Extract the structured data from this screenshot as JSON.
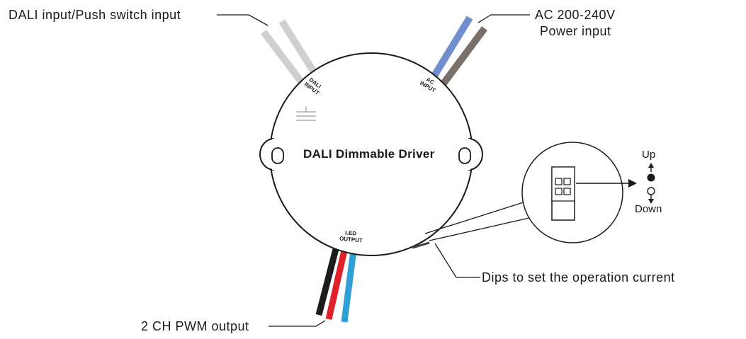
{
  "labels": {
    "dali_input": "DALI input/Push switch input",
    "ac_line1": "AC 200-240V",
    "ac_line2": "Power input",
    "pwm_output": "2 CH PWM output",
    "dips": "Dips to set the operation current",
    "up": "Up",
    "down": "Down"
  },
  "device": {
    "title": "DALI Dimmable Driver",
    "dali_port_line1": "DALI",
    "dali_port_line2": "INPUT",
    "ac_port_line1": "AC",
    "ac_port_line2": "INPUT",
    "led_port_line1": "LED",
    "led_port_line2": "OUTPUT"
  },
  "colors": {
    "outline": "#1a1a1a",
    "dali_wire": "#cfcfcf",
    "ac_wire_blue": "#6f8fce",
    "ac_wire_brown": "#7a706a",
    "led_wire_black": "#1c1c1c",
    "led_wire_red": "#e0202a",
    "led_wire_blue": "#2f9fd8"
  },
  "icons": {
    "dip_switch": "dip-switch-icon",
    "arrow": "arrow-right-icon"
  }
}
